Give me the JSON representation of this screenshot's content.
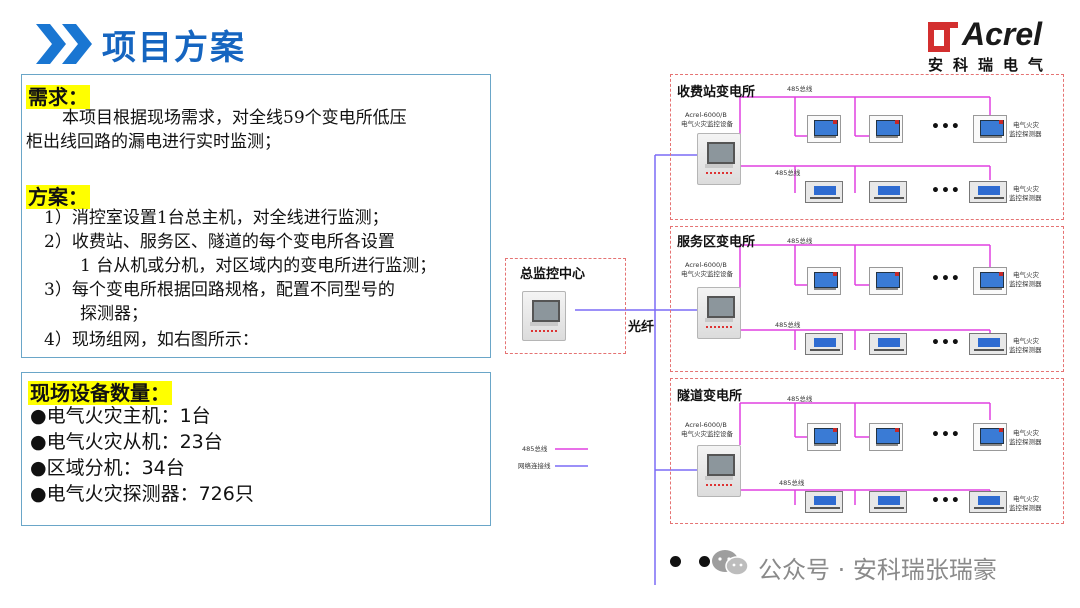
{
  "header": {
    "title": "项目方案",
    "logo_brand": "Acrel",
    "logo_sub": "安科瑞电气"
  },
  "requirement": {
    "heading": "需求：",
    "lines": [
      "本项目根据现场需求，对全线59个变电所低压",
      "柜出线回路的漏电进行实时监测；"
    ]
  },
  "plan": {
    "heading": "方案：",
    "lines": [
      "1）消控室设置1台总主机，对全线进行监测；",
      "2）收费站、服务区、隧道的每个变电所各设置",
      "1 台从机或分机，对区域内的变电所进行监测；",
      "3）每个变电所根据回路规格，配置不同型号的",
      "探测器；",
      "4）现场组网，如右图所示："
    ]
  },
  "equipment": {
    "heading": "现场设备数量：",
    "items": [
      "●电气火灾主机：1台",
      "●电气火灾从机：23台",
      "●区域分机：34台",
      "●电气火灾探测器：726只"
    ]
  },
  "diagram": {
    "center_title": "总监控中心",
    "fiber_label": "光纤",
    "legend": {
      "line485": "485总线",
      "network": "网络连接线",
      "color485": "#e040e0",
      "colorNet": "#7b6cf6"
    },
    "sites": [
      {
        "title": "收费站变电所",
        "device_model": "Acrel-6000/B",
        "device_desc": "电气火灾监控设备",
        "bus1": "485总线",
        "bus2": "485总线",
        "det_label1": "电气火灾",
        "det_label2": "监控探测器",
        "ellipsis": "•••"
      },
      {
        "title": "服务区变电所",
        "device_model": "Acrel-6000/B",
        "device_desc": "电气火灾监控设备",
        "bus1": "485总线",
        "bus2": "485总线",
        "det_label1": "电气火灾",
        "det_label2": "监控探测器",
        "ellipsis": "•••"
      },
      {
        "title": "隧道变电所",
        "device_model": "Acrel-6000/B",
        "device_desc": "电气火灾监控设备",
        "bus1": "485总线",
        "bus2": "485总线",
        "det_label1": "电气火灾",
        "det_label2": "监控探测器",
        "ellipsis": "•••"
      }
    ]
  },
  "footer": {
    "text": "公众号 · 安科瑞张瑞豪",
    "icon": "wechat-icon"
  }
}
